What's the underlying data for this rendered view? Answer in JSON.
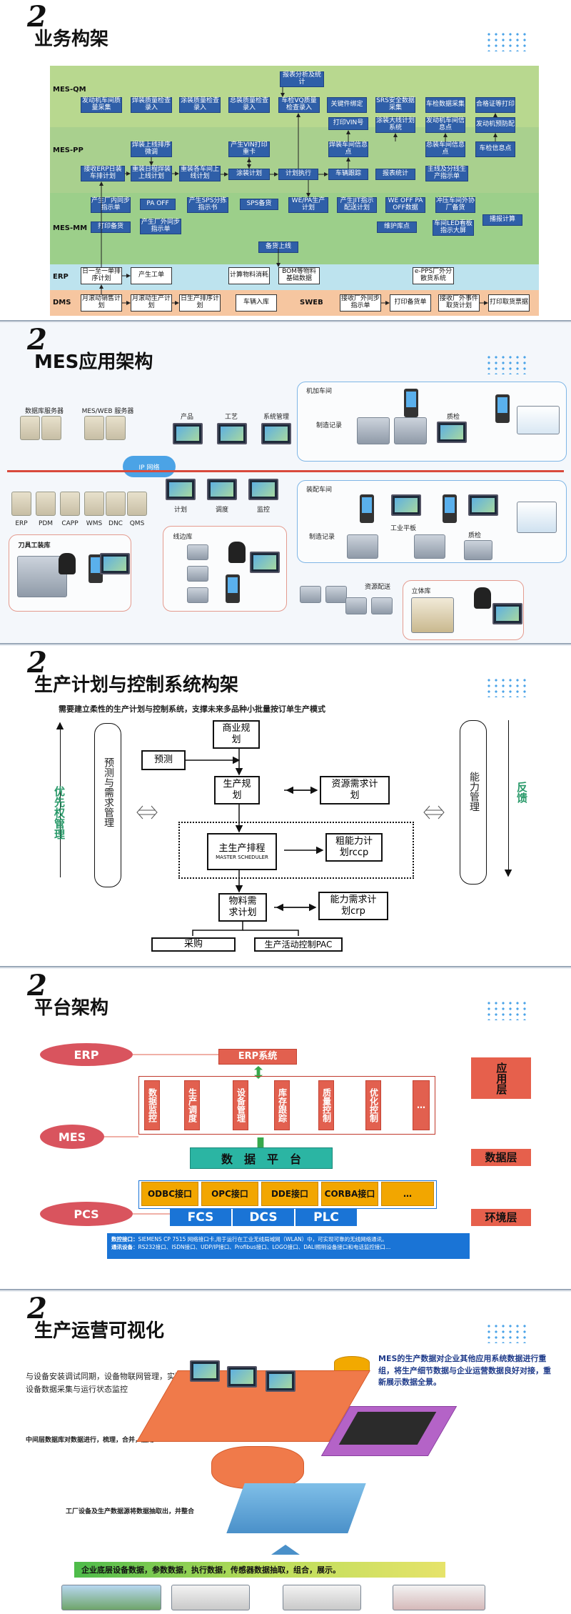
{
  "slide1": {
    "num": "2",
    "title": "业务构架",
    "rows": {
      "qm": "MES-QM",
      "pp": "MES-PP",
      "mm": "MES-MM",
      "erp": "ERP",
      "dms": "DMS",
      "sweb": "SWEB"
    },
    "boxes": {
      "b1": "报表分析及统计",
      "b2": "发动机车间质量采集",
      "b3": "焊装质量检查录入",
      "b4": "涂装质量检查录入",
      "b5": "总装质量检查录入",
      "b6": "车检VQ质量检查录入",
      "b7": "关键件绑定",
      "b8": "SRS安全数据采集",
      "b9": "车检数据采集",
      "b10": "合格证等打印",
      "b11": "打印VIN号",
      "b12": "涂装大线计划系统",
      "b13": "发动机车间信息点",
      "b14": "发动机预防配",
      "b15": "焊装上线排序微调",
      "b16": "产生VIN打印重卡",
      "b17": "焊装车间信息点",
      "b18": "总装车间信息点",
      "b19": "车检信息点",
      "b20": "接收ERP日装车排计划",
      "b21": "重装日程焊装上线计划",
      "b22": "重装各车间上线计划",
      "b23": "涂装计划",
      "b24": "计划执行",
      "b25": "车辆跟踪",
      "b26": "报表统计",
      "b27": "主线及分线生产指示单",
      "b28": "产生厂内同步指示单",
      "b29": "PA OFF",
      "b30": "产生SPS分拣指示书",
      "b31": "SPS备货",
      "b32": "WE/PA生产计划",
      "b33": "产生JIT指示配送计划",
      "b34": "WE OFF PA OFF数据",
      "b35": "冲压车间外协厂备货",
      "b36": "打印备货",
      "b37": "产生厂外同步指示单",
      "b38": "播报计算",
      "b39": "维护库点",
      "b40": "车间LED看板指示大屏",
      "b41": "备货上线",
      "e1": "日一至一单排序计划",
      "e2": "产生工单",
      "e3": "计算物料消耗",
      "e4": "BOM等物料基础数据",
      "e5": "e-PPS厂外分散货系统",
      "d1": "月滚动销售计划",
      "d2": "月滚动生产计划",
      "d3": "日生产排序计划",
      "d4": "车辆入库",
      "s1": "接收厂外同步指示单",
      "s2": "打印备货单",
      "s3": "接收厂外事件取货计划",
      "s4": "打印取货票据"
    }
  },
  "slide2": {
    "num": "2",
    "title": "MES应用架构",
    "db_server": "数据库服务器",
    "web_server": "MES/WEB 服务器",
    "ip_net": "IP 网络",
    "systems": [
      "ERP",
      "PDM",
      "CAPP",
      "WMS",
      "DNC",
      "QMS"
    ],
    "top_screens": [
      "产品",
      "工艺",
      "系统管理"
    ],
    "mid_screens": [
      "计划",
      "调度",
      "监控"
    ],
    "machining": "机加车间",
    "assembly": "装配车间",
    "prod_record1": "制造记录",
    "prod_record2": "制造记录",
    "quality1": "质检",
    "quality2": "质检",
    "industrial_tablet": "工业平板",
    "tool_room": "刀具工装库",
    "edge_store": "线边库",
    "resource_dist": "资源配送",
    "stereo_store": "立体库"
  },
  "slide3": {
    "num": "2",
    "title": "生产计划与控制系统构架",
    "subtitle": "需要建立柔性的生产计划与控制系统，支撑未来多品种小批量按订单生产模式",
    "left_axis": "优先权管理",
    "left_panel": "预测与需求管理",
    "right_panel": "能力管理",
    "right_axis": "反馈",
    "b_business": "商业规划",
    "b_forecast": "预测",
    "b_prod_plan": "生产规划",
    "b_resource": "资源需求计划",
    "b_mps": "主生产排程",
    "b_mps_en": "MASTER SCHEDULER",
    "b_rccp": "粗能力计划rccp",
    "b_mrp": "物料需求计划",
    "b_crp": "能力需求计划crp",
    "b_purchase": "采购",
    "b_pac": "生产活动控制PAC"
  },
  "slide4": {
    "num": "2",
    "title": "平台架构",
    "erp": "ERP",
    "mes": "MES",
    "pcs": "PCS",
    "erp_system": "ERP系统",
    "apps": [
      "数据监控",
      "生产调度",
      "设备管理",
      "库存跟踪",
      "质量控制",
      "优化控制",
      "…"
    ],
    "data_platform": "数　据　平　台",
    "interfaces": [
      "ODBC接口",
      "OPC接口",
      "DDE接口",
      "CORBA接口",
      "…"
    ],
    "controls": [
      "FCS",
      "DCS",
      "PLC"
    ],
    "layer_app": "应用层",
    "layer_data": "数据层",
    "layer_env": "环境层",
    "note1_label": "数控接口：",
    "note1": "SIEMENS CP 7515 网络接口卡,用于运行在工业无线局域网（WLAN）中，可实现可靠的无线网络通讯。",
    "note2_label": "通讯设备",
    "note2": "：RS232接口、ISDN接口、UDP/IP接口、Profibus接口、LOGO接口、DALI照明设备接口和电话监控接口…"
  },
  "slide5": {
    "num": "2",
    "title": "生产运营可视化",
    "left_text": "与设备安装调试同期，设备物联网管理，实现设备数据采集与运行状态监控",
    "right_text": "MES的生产数据对企业其他应用系统数据进行重组，将生产细节数据与企业运营数据良好对接，重新展示数据全景。",
    "mid_text": "中间层数据库对数据进行，梳理，合并，应用",
    "bottom_text": "工厂设备及生产数据源将数据抽取出，并整合",
    "banner": "企业底层设备数据，参数数据，执行数据，传感器数据抽取，组合，展示。"
  }
}
